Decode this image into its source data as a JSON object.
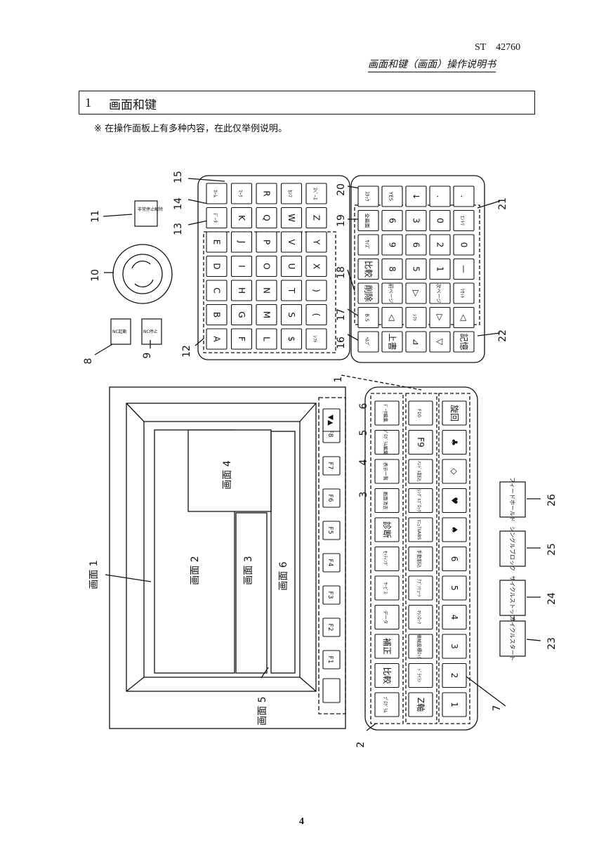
{
  "header": {
    "code": "ST　42760",
    "manual_title": "画面和键（画面）操作说明书"
  },
  "section": {
    "number": "1",
    "title": "画面和键"
  },
  "note": "※ 在操作面板上有多种内容，在此仅举例说明。",
  "page_number": "4",
  "screens": {
    "screen1": "画面 1",
    "screen2": "画面 2",
    "screen3": "画面 3",
    "screen4": "画面 4",
    "screen5": "画面 5",
    "screen6": "画面 6"
  },
  "callouts": [
    "1",
    "2",
    "3",
    "4",
    "5",
    "6",
    "7",
    "8",
    "9",
    "10",
    "11",
    "12",
    "13",
    "14",
    "15",
    "16",
    "17",
    "18",
    "19",
    "20",
    "21",
    "22",
    "23",
    "24",
    "25",
    "26"
  ],
  "keys": {
    "alpha": [
      [
        "A",
        "B",
        "C",
        "D",
        "E",
        "ﾃﾞｰﾀ",
        "ﾎｰﾑ"
      ],
      [
        "F",
        "G",
        "H",
        "I",
        "J",
        "K",
        "ﾏｰｸ"
      ],
      [
        "L",
        "M",
        "N",
        "O",
        "P",
        "Q",
        "R"
      ],
      [
        "$",
        "S",
        "T",
        "U",
        "V",
        "W",
        "ｶﾝﾏ"
      ],
      [
        "ｼﾌﾄ",
        "(",
        ")",
        "X",
        "Y",
        "Z",
        "ｽﾍﾟｰｽ"
      ]
    ],
    "numeric": [
      [
        "ﾍﾙﾌﾟ",
        "B.S",
        "削除",
        "比較",
        "ｻｲｽﾞ",
        "全画面",
        "ｽﾀｯｸ"
      ],
      [
        "上書",
        "◁",
        "前ページ",
        "8",
        "9",
        "6",
        "YES"
      ],
      [
        "⊿",
        "ｼﾌﾄ",
        "▷",
        "5",
        "6",
        "3",
        "↓"
      ],
      [
        "▽",
        "▷",
        "次ページ",
        "1",
        "2",
        "0",
        "."
      ],
      [
        "記憶",
        "◁",
        "ﾘｾｯﾄ",
        "—",
        "0",
        "ｴﾝﾄﾘ",
        "."
      ]
    ],
    "function_keys": [
      "F1",
      "F2",
      "F3",
      "F4",
      "F5",
      "F6",
      "F7",
      "F8"
    ],
    "arrow_key": "▼▲",
    "panel_col1": [
      "ﾌﾟﾛｸﾞﾗﾑ",
      "比較",
      "補正",
      "データ",
      "ｻｰﾋﾞｽ",
      "ｾｯﾃｨﾝｸﾞ",
      "診断",
      "画面消去",
      "表示一覧",
      "ﾌﾟﾛｸﾞﾗﾑ編集",
      "ﾃﾞｰﾀ編集"
    ],
    "panel_col2": [
      "Z軸",
      "ﾄﾞﾗｲﾗﾝ",
      "機械座標ﾛｯｸ",
      "ﾏｼﾝﾛｯｸ",
      "ｱﾌﾞｿﾘｭｰﾄ",
      "手動割込",
      "ﾏﾆｭｱﾙABS",
      "ｼﾝｸﾞﾙﾌﾞﾛｯｸ",
      "ﾊﾝﾄﾞﾙ割込",
      "F9",
      "F10"
    ],
    "panel_col3": [
      "1",
      "2",
      "3",
      "4",
      "5",
      "6",
      "♠",
      "♥",
      "◇",
      "♣",
      "旋回"
    ],
    "nc_start": "NC起動",
    "nc_stop": "NC停止",
    "emergency": "非常停止解除",
    "cycle_start": "サイクルスタート",
    "cycle_stop": "サイクルストップ",
    "single_block": "シングルブロック",
    "feed_hold": "フィードホールド"
  }
}
